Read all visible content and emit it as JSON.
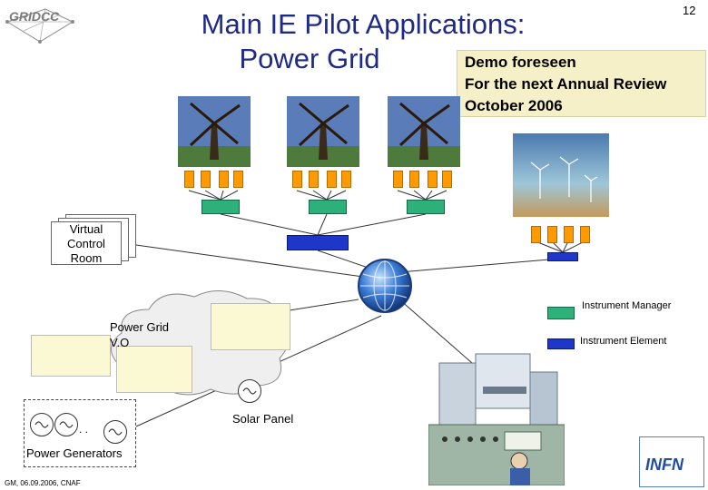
{
  "header": {
    "logo_text": "GRIDCC",
    "title_line1": "Main IE Pilot Applications:",
    "title_line2": "Power Grid",
    "page_number": "12"
  },
  "note": {
    "line1": "Demo foreseen",
    "line2": "For the next Annual Review",
    "line3": "October 2006"
  },
  "diagram": {
    "virtual_control_room": [
      "Virtual",
      "Control",
      "Room"
    ],
    "power_grid_vo": [
      "Power Grid",
      "V.O"
    ],
    "solar_panel": "Solar Panel",
    "power_generators": "Power Generators",
    "generator_ellipsis": ". .",
    "legend_instrument_manager": "Instrument Manager",
    "legend_instrument_element": "Instrument Element"
  },
  "footer": {
    "text": "GM, 06.09.2006, CNAF"
  },
  "infn_logo_text": "INFN",
  "colors": {
    "title": "#1f2a86",
    "note_bg": "#f5f0c8",
    "instrument_manager": "#2db07a",
    "instrument_element": "#1e37c8",
    "sensor": "#ff9a00"
  }
}
